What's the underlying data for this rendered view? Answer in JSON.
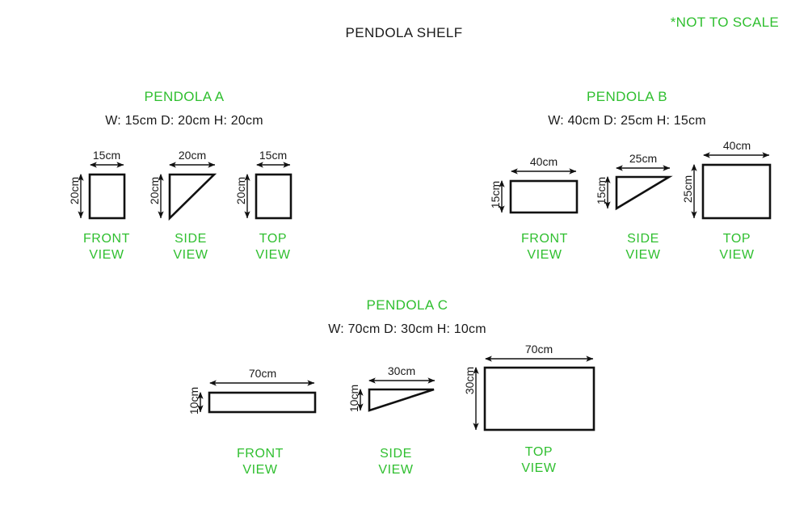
{
  "header": {
    "sheet_title": "PENDOLA SHELF",
    "note": "*NOT TO SCALE",
    "note_color": "#2fbf2f",
    "text_color": "#1a1a1a"
  },
  "view_labels": {
    "front_line1": "FRONT",
    "front_line2": "VIEW",
    "side_line1": "SIDE",
    "side_line2": "VIEW",
    "top_line1": "TOP",
    "top_line2": "VIEW"
  },
  "products": [
    {
      "id": "pendola-a",
      "title": "PENDOLA A",
      "dims_text": "W: 15cm D: 20cm H: 20cm",
      "width_cm": 15,
      "depth_cm": 20,
      "height_cm": 20,
      "views": {
        "front": {
          "label_top": "15cm",
          "label_side": "20cm",
          "shape": "rectangle"
        },
        "side": {
          "label_top": "20cm",
          "label_side": "20cm",
          "shape": "right-triangle"
        },
        "top": {
          "label_top": "15cm",
          "label_side": "20cm",
          "shape": "rectangle"
        }
      }
    },
    {
      "id": "pendola-b",
      "title": "PENDOLA B",
      "dims_text": "W: 40cm D: 25cm H: 15cm",
      "width_cm": 40,
      "depth_cm": 25,
      "height_cm": 15,
      "views": {
        "front": {
          "label_top": "40cm",
          "label_side": "15cm",
          "shape": "rectangle"
        },
        "side": {
          "label_top": "25cm",
          "label_side": "15cm",
          "shape": "right-triangle"
        },
        "top": {
          "label_top": "40cm",
          "label_side": "25cm",
          "shape": "rectangle"
        }
      }
    },
    {
      "id": "pendola-c",
      "title": "PENDOLA C",
      "dims_text": "W: 70cm D: 30cm H: 10cm",
      "width_cm": 70,
      "depth_cm": 30,
      "height_cm": 10,
      "views": {
        "front": {
          "label_top": "70cm",
          "label_side": "10cm",
          "shape": "rectangle"
        },
        "side": {
          "label_top": "30cm",
          "label_side": "10cm",
          "shape": "right-triangle"
        },
        "top": {
          "label_top": "70cm",
          "label_side": "30cm",
          "shape": "rectangle"
        }
      }
    }
  ],
  "style": {
    "green": "#2fbf2f",
    "ink": "#111111",
    "background": "#ffffff"
  }
}
